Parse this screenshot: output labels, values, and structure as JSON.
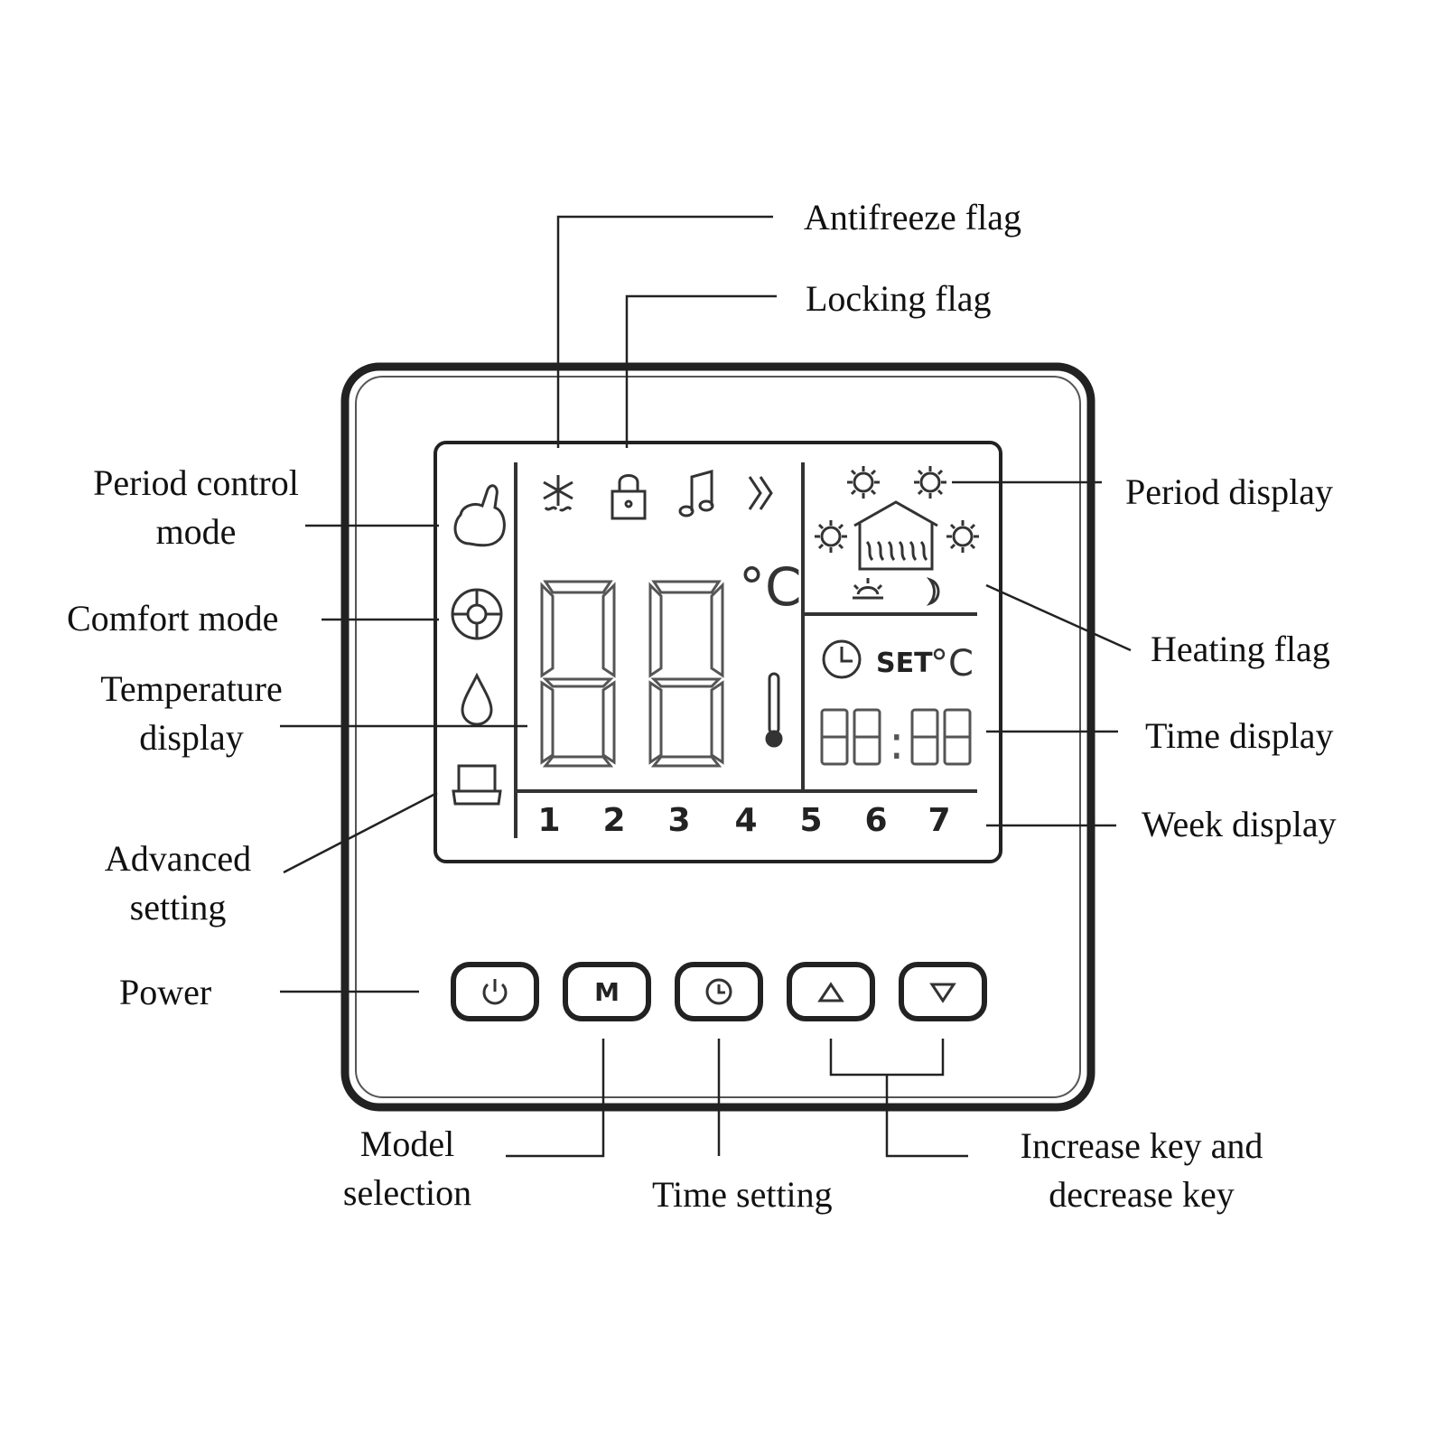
{
  "callouts": {
    "antifreeze_flag": "Antifreeze flag",
    "locking_flag": "Locking flag",
    "period_control_mode": [
      "Period control",
      "mode"
    ],
    "comfort_mode": "Comfort mode",
    "temperature_display": [
      "Temperature",
      "display"
    ],
    "advanced_setting": [
      "Advanced",
      "setting"
    ],
    "power": "Power",
    "period_display": "Period display",
    "heating_flag": "Heating flag",
    "time_display": "Time display",
    "week_display": "Week display",
    "model_selection": [
      "Model",
      "selection"
    ],
    "time_setting": "Time setting",
    "increase_decrease_key": [
      "Increase key and",
      "decrease key"
    ]
  },
  "lcd": {
    "unit_celsius": "°C",
    "set_label": "SET",
    "set_unit": "°C",
    "time_colon": ":",
    "week_days": [
      "1",
      "2",
      "3",
      "4",
      "5",
      "6",
      "7"
    ]
  },
  "buttons": {
    "model_label": "M"
  },
  "colors": {
    "line": "#222222",
    "segment": "#555555",
    "background": "#ffffff"
  }
}
